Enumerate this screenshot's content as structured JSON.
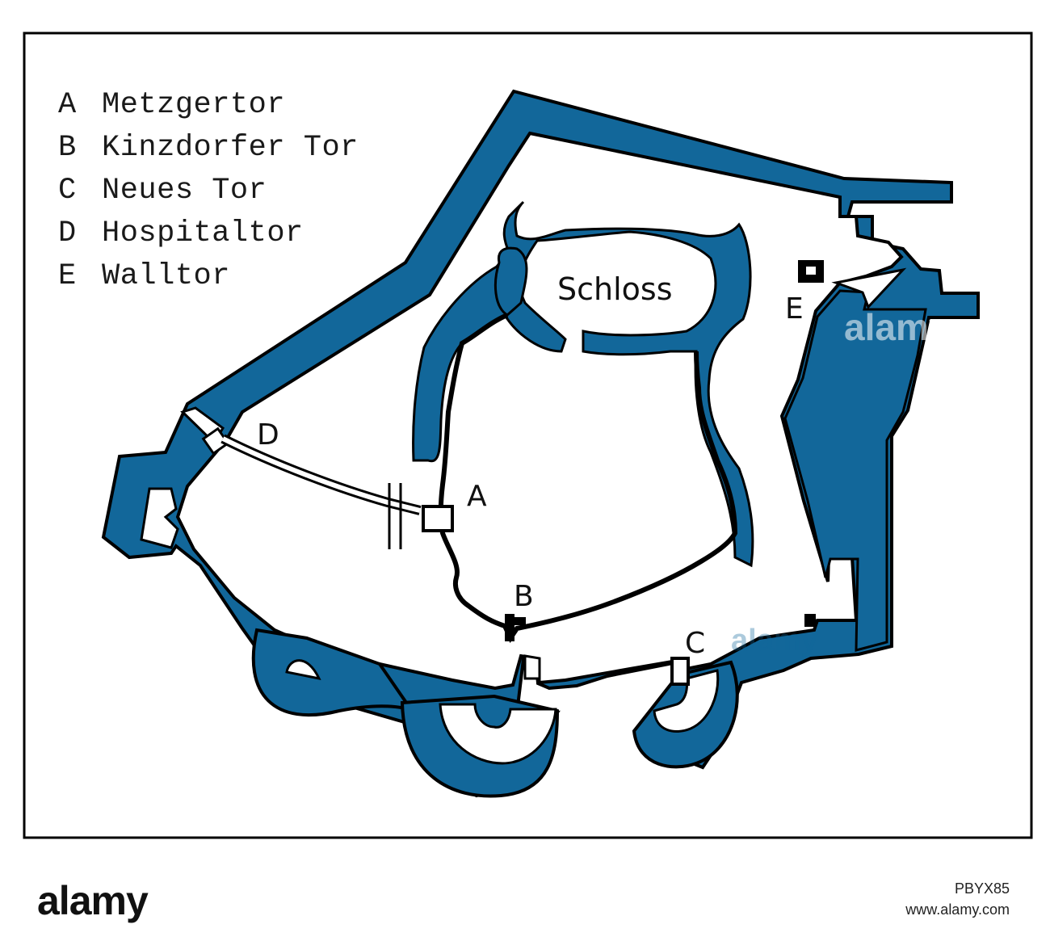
{
  "legend": [
    {
      "key": "A",
      "label": "Metzgertor"
    },
    {
      "key": "B",
      "label": "Kinzdorfer Tor"
    },
    {
      "key": "C",
      "label": "Neues Tor"
    },
    {
      "key": "D",
      "label": "Hospitaltor"
    },
    {
      "key": "E",
      "label": "Walltor"
    }
  ],
  "labels": {
    "schloss": "Schloss",
    "gate_a": "A",
    "gate_b": "B",
    "gate_c": "C",
    "gate_d": "D",
    "gate_e": "E"
  },
  "watermarks": {
    "main": "alamy",
    "lower": "alamy"
  },
  "footer": {
    "logo": "alamy",
    "image_id": "PBYX85",
    "url": "www.alamy.com"
  },
  "colors": {
    "moat": "#12679a",
    "wall": "#000000",
    "background": "#ffffff"
  }
}
